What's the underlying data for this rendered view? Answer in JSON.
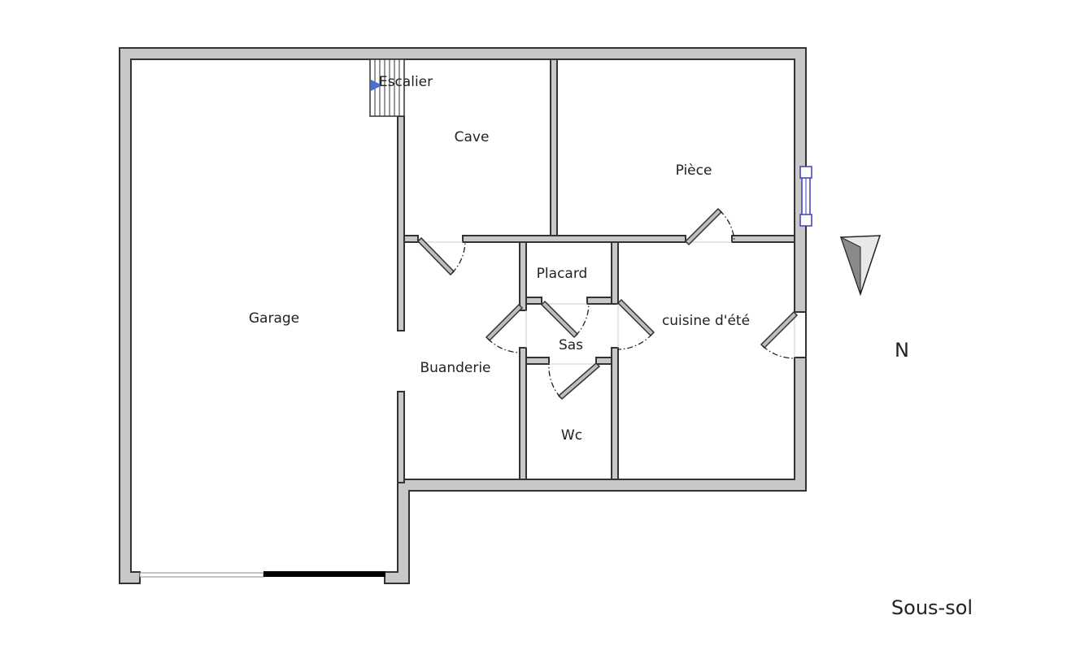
{
  "plan": {
    "level_name": "Sous-sol",
    "north_label": "N",
    "rooms": {
      "garage": "Garage",
      "escalier": "Escalier",
      "cave": "Cave",
      "piece": "Pièce",
      "placard": "Placard",
      "sas": "Sas",
      "buanderie": "Buanderie",
      "cuisine": "cuisine d'été",
      "wc": "Wc"
    }
  },
  "colors": {
    "wall_fill": "#c8c8c8",
    "wall_stroke": "#333333",
    "stair_arrow": "#4a6fd0",
    "window": "#3b3fbf",
    "garage_door": "#000000"
  }
}
